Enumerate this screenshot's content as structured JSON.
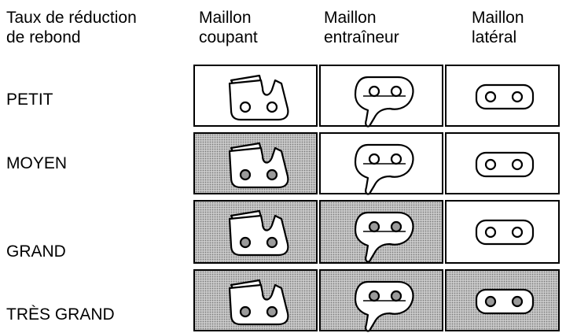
{
  "headers": {
    "rate": "Taux de réduction\nde rebond",
    "cutter": "Maillon\ncoupant",
    "drive": "Maillon\nentraîneur",
    "side": "Maillon\nlatéral"
  },
  "rows": [
    {
      "label": "PETIT",
      "cutter": "plain",
      "drive": "plain",
      "side": "plain"
    },
    {
      "label": "MOYEN",
      "cutter": "shaded",
      "drive": "plain",
      "side": "plain"
    },
    {
      "label": "GRAND",
      "cutter": "shaded",
      "drive": "shaded",
      "side": "plain"
    },
    {
      "label": "TRÈS GRAND",
      "cutter": "shaded",
      "drive": "shaded",
      "side": "shaded"
    }
  ]
}
